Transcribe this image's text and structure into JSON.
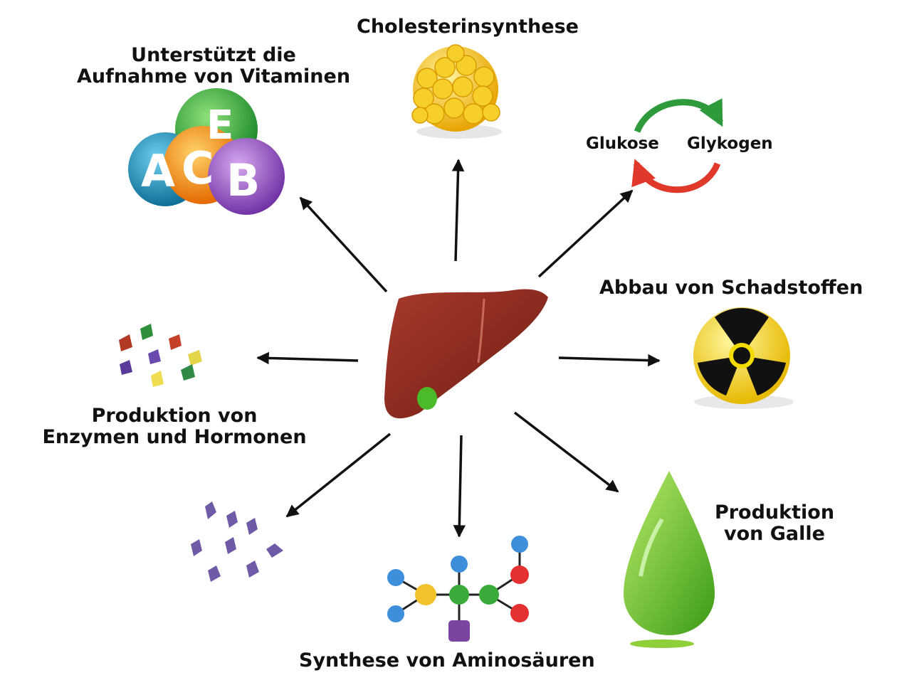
{
  "liver": {
    "name": "liver"
  },
  "labels": {
    "vitamins": [
      "Unterstützt die",
      "Aufnahme von Vitaminen"
    ],
    "cholesterol": "Cholesterinsynthese",
    "glucose": "Glukose",
    "glycogen": "Glykogen",
    "detox": "Abbau von Schadstoffen",
    "enzymes": [
      "Produktion von",
      "Enzymen und Hormonen"
    ],
    "bile": [
      "Produktion",
      "von Galle"
    ],
    "amino": "Synthese von Aminosäuren"
  },
  "vitamin_letters": [
    "E",
    "A",
    "C",
    "B"
  ],
  "colors": {
    "liver": "#8a2a1f",
    "arrow": "#111111",
    "cycle_top": "#2e9a3c",
    "cycle_bottom": "#e0382a",
    "radiation": "#f5dc00",
    "bile": "#6cc22b",
    "cholesterol": "#f5c518"
  }
}
